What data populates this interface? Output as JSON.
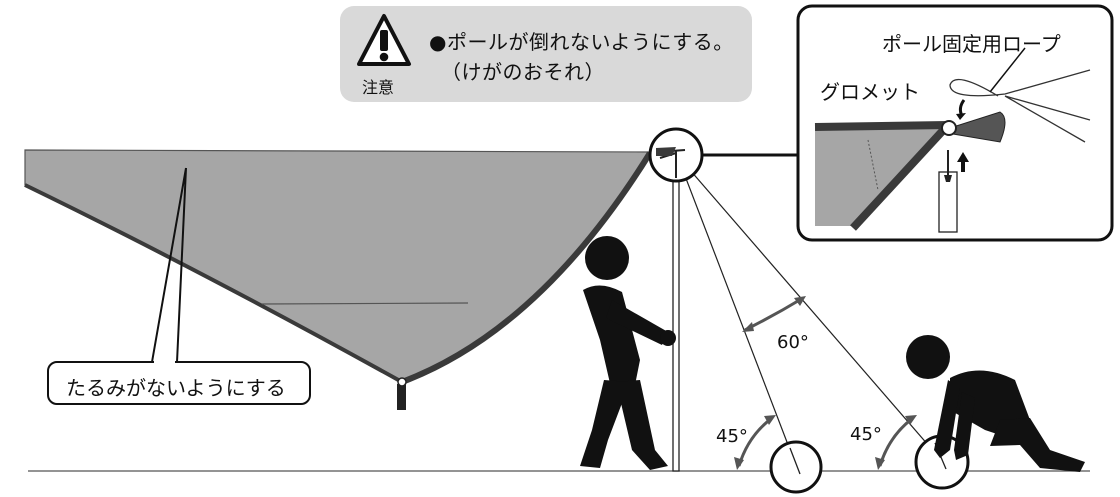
{
  "caution": {
    "word": "注意",
    "line1": "●ポールが倒れないようにする。",
    "line2": "（けがのおそれ）",
    "icon": "warning-triangle-icon"
  },
  "callout": {
    "rope_label": "ポール固定用ロープ",
    "grommet_label": "グロメット"
  },
  "tarp_label": "たるみがないようにする",
  "angles": {
    "rope_angle": "60°",
    "left_angle": "45°",
    "right_angle": "45°"
  },
  "colors": {
    "tarp_fill": "#a6a6a6",
    "tarp_edge": "#3a3a3a",
    "caution_bg": "#d9d9d9",
    "figure": "#111111"
  }
}
